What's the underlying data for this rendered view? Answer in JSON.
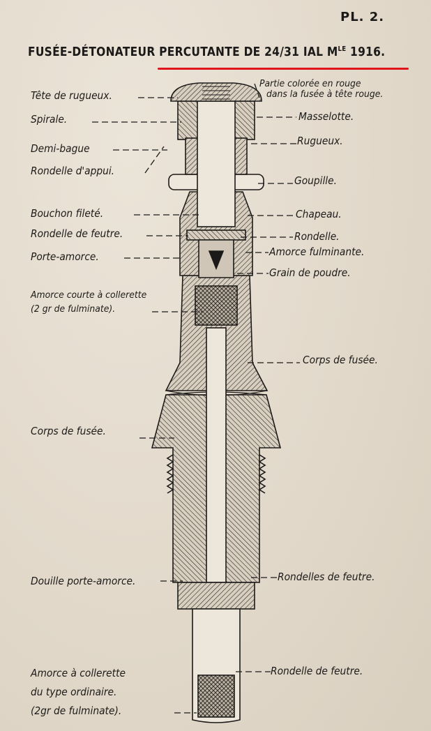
{
  "plate": "PL. 2.",
  "title": {
    "main": "FUSÉE-DÉTONATEUR PERCUTANTE DE 24/31 IAL M",
    "sup": "LE",
    "year": " 1916."
  },
  "accent_color": "#e0141b",
  "labels": {
    "tete_rugueux": "Tête de rugueux.",
    "partie_coloree_1": "Partie colorée en rouge",
    "partie_coloree_2": "dans la fusée à tête rouge.",
    "spirale": "Spirale.",
    "masselotte": "Masselotte.",
    "demi_bague": "Demi-bague",
    "rugueux": "Rugueux.",
    "rondelle_appui": "Rondelle d'appui.",
    "goupille": "Goupille.",
    "bouchon_filete": "Bouchon fileté.",
    "chapeau": "Chapeau.",
    "rondelle_feutre": "Rondelle de feutre.",
    "rondelle": "Rondelle.",
    "porte_amorce": "Porte-amorce.",
    "amorce_fulminante": "Amorce fulminante.",
    "grain_poudre": "Grain de poudre.",
    "amorce_courte_1": "Amorce courte à collerette",
    "amorce_courte_2": "(2 gr de fulminate).",
    "corps_fusee_right": "Corps de fusée.",
    "corps_fusee_left": "Corps de fusée.",
    "douille": "Douille porte-amorce.",
    "rondelles_feutre": "Rondelles de feutre.",
    "amorce_ordinaire_1": "Amorce à collerette",
    "amorce_ordinaire_2": "du type ordinaire.",
    "amorce_ordinaire_3": "(2gr de fulminate).",
    "rondelle_feutre_bas": "Rondelle de feutre."
  }
}
